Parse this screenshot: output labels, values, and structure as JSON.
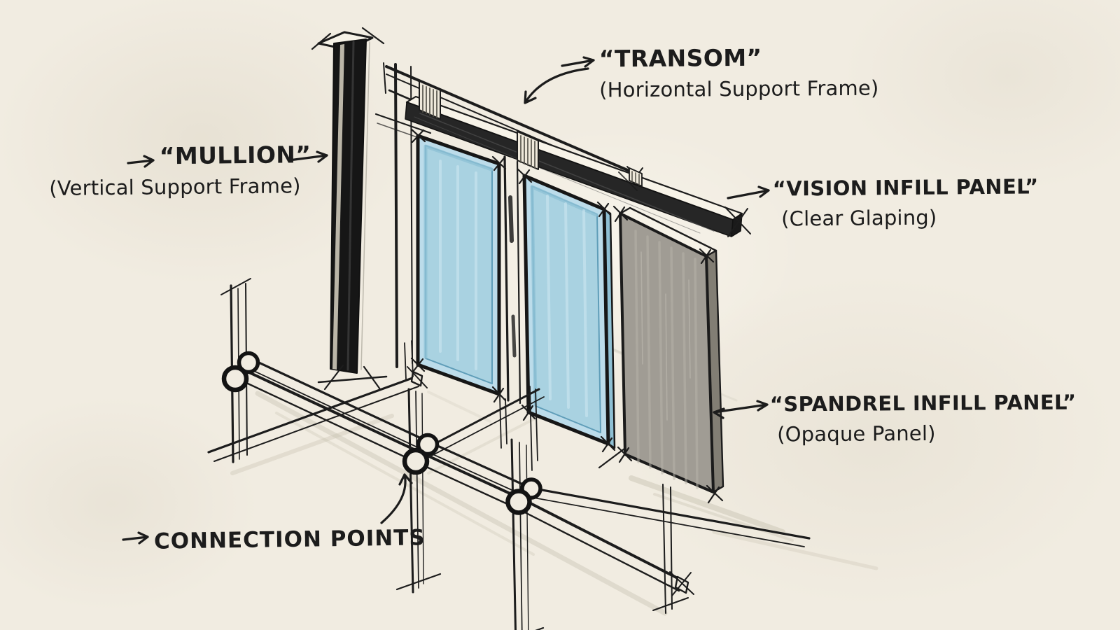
{
  "diagram": {
    "title": "Curtain wall components sketch",
    "type": "annotated-architectural-sketch",
    "parts": [
      "mullion-bar",
      "transom-beam",
      "vision-infill-panel-left",
      "vision-infill-panel-right",
      "spandrel-infill-panel",
      "base-grid-frame",
      "connection-point-left",
      "connection-point-middle",
      "connection-point-right"
    ]
  },
  "labels": {
    "mullion": {
      "title": "“MULLION”",
      "subtitle": "(Vertical Support Frame)"
    },
    "transom": {
      "title": "“TRANSOM”",
      "subtitle": "(Horizontal Support Frame)"
    },
    "vision": {
      "title": "“VISION INFILL PANEL”",
      "subtitle": "(Clear Glaping)"
    },
    "spandrel": {
      "title": "“SPANDREL INFILL PANEL”",
      "subtitle": "(Opaque Panel)"
    },
    "connection": {
      "title": "CONNECTION POINTS"
    }
  },
  "colors": {
    "paper": "#f1ece1",
    "ink": "#1c1c1c",
    "glass_fill": "#afd4e2",
    "glass_edge": "#6fa3b8",
    "glass_highlight": "#cfe8f2",
    "spandrel_fill": "#a09c94",
    "spandrel_side": "#7e7a71",
    "spandrel_streak": "#b8b4aa",
    "shadow": "#c6c0b0",
    "mullion_black": "#161616"
  }
}
